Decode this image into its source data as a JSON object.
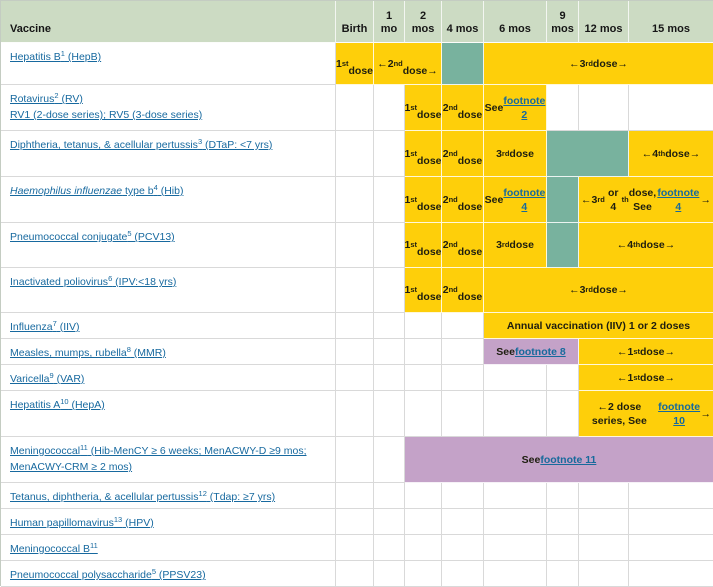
{
  "table": {
    "colors": {
      "yellow": "#fecf0a",
      "green": "#78b29e",
      "purple": "#c4a2c8",
      "header_green": "#ccdbc3",
      "link_blue": "#17699f",
      "grid_line": "#d9d9d9"
    },
    "header": {
      "vaccine_label": "Vaccine",
      "age_columns": [
        {
          "id": "birth",
          "label": "Birth"
        },
        {
          "id": "1mo",
          "label": "1\nmo"
        },
        {
          "id": "2mos",
          "label": "2\nmos"
        },
        {
          "id": "4mos",
          "label": "4 mos"
        },
        {
          "id": "6mos",
          "label": "6 mos"
        },
        {
          "id": "9mos",
          "label": "9\nmos"
        },
        {
          "id": "12mos",
          "label": "12 mos"
        },
        {
          "id": "15mos",
          "label": "15 mos"
        }
      ]
    },
    "rows": [
      {
        "id": "hepb",
        "name": "Hepatitis B^{1} (HepB)",
        "cells": [
          {
            "start": 0,
            "span": 1,
            "type": "yellow",
            "label": "1^{st}\ndose"
          },
          {
            "start": 1,
            "span": 2,
            "type": "yellow",
            "label": "←2^{nd}\ndose→"
          },
          {
            "start": 3,
            "span": 1,
            "type": "green",
            "label": ""
          },
          {
            "start": 4,
            "span": 4,
            "type": "yellow",
            "label": "←3^{rd} dose→"
          }
        ]
      },
      {
        "id": "rv",
        "name": "Rotavirus^{2} (RV)\nRV1 (2-dose series); RV5 (3-dose series)",
        "cells": [
          {
            "start": 2,
            "span": 1,
            "type": "yellow",
            "label": "1^{st}\ndose"
          },
          {
            "start": 3,
            "span": 1,
            "type": "yellow",
            "label": "2^{nd}\ndose"
          },
          {
            "start": 4,
            "span": 1,
            "type": "yellow",
            "label": "See\n[footnote 2]"
          }
        ]
      },
      {
        "id": "dtap",
        "name": "Diphtheria, tetanus, & acellular pertussis^{3} (DTaP: <7 yrs)",
        "cells": [
          {
            "start": 2,
            "span": 1,
            "type": "yellow",
            "label": "1^{st}\ndose"
          },
          {
            "start": 3,
            "span": 1,
            "type": "yellow",
            "label": "2^{nd}\ndose"
          },
          {
            "start": 4,
            "span": 1,
            "type": "yellow",
            "label": "3^{rd} dose"
          },
          {
            "start": 5,
            "span": 2,
            "type": "green",
            "label": ""
          },
          {
            "start": 7,
            "span": 1,
            "type": "yellow",
            "label": "←4^{th} dose→"
          }
        ]
      },
      {
        "id": "hib",
        "name": "~Haemophilus influenzae~ type b^{4} (Hib)",
        "cells": [
          {
            "start": 2,
            "span": 1,
            "type": "yellow",
            "label": "1^{st}\ndose"
          },
          {
            "start": 3,
            "span": 1,
            "type": "yellow",
            "label": "2^{nd}\ndose"
          },
          {
            "start": 4,
            "span": 1,
            "type": "yellow",
            "label": "See\n[footnote 4]"
          },
          {
            "start": 5,
            "span": 1,
            "type": "green",
            "label": ""
          },
          {
            "start": 6,
            "span": 2,
            "type": "yellow",
            "label": "←3^{rd} or 4^{th} dose,\nSee [footnote 4]→"
          }
        ]
      },
      {
        "id": "pcv13",
        "name": "Pneumococcal conjugate^{5} (PCV13)",
        "cells": [
          {
            "start": 2,
            "span": 1,
            "type": "yellow",
            "label": "1^{st}\ndose"
          },
          {
            "start": 3,
            "span": 1,
            "type": "yellow",
            "label": "2^{nd}\ndose"
          },
          {
            "start": 4,
            "span": 1,
            "type": "yellow",
            "label": "3^{rd} dose"
          },
          {
            "start": 5,
            "span": 1,
            "type": "green",
            "label": ""
          },
          {
            "start": 6,
            "span": 2,
            "type": "yellow",
            "label": "←4^{th} dose→"
          }
        ]
      },
      {
        "id": "ipv",
        "name": "Inactivated poliovirus^{6} (IPV:<18 yrs)",
        "cells": [
          {
            "start": 2,
            "span": 1,
            "type": "yellow",
            "label": "1^{st}\ndose"
          },
          {
            "start": 3,
            "span": 1,
            "type": "yellow",
            "label": "2^{nd}\ndose"
          },
          {
            "start": 4,
            "span": 4,
            "type": "yellow",
            "label": "←3^{rd} dose→"
          }
        ]
      },
      {
        "id": "iiv",
        "name": "Influenza^{7} (IIV)",
        "cells": [
          {
            "start": 4,
            "span": 4,
            "type": "yellow",
            "label": "Annual vaccination (IIV) 1 or 2 doses"
          }
        ]
      },
      {
        "id": "mmr",
        "name": "Measles, mumps, rubella^{8} (MMR)",
        "cells": [
          {
            "start": 4,
            "span": 2,
            "type": "purple",
            "label": "See [footnote 8]"
          },
          {
            "start": 6,
            "span": 2,
            "type": "yellow",
            "label": "←1^{st} dose→"
          }
        ]
      },
      {
        "id": "var",
        "name": "Varicella^{9} (VAR)",
        "cells": [
          {
            "start": 6,
            "span": 2,
            "type": "yellow",
            "label": "←1^{st} dose→"
          }
        ]
      },
      {
        "id": "hepa",
        "name": "Hepatitis A^{10} (HepA)",
        "cells": [
          {
            "start": 6,
            "span": 2,
            "type": "yellow",
            "label": "←2 dose series, See\n[footnote 10]→"
          }
        ]
      },
      {
        "id": "menacwy",
        "name": "Meningococcal^{11} (Hib-MenCY ≥ 6 weeks; MenACWY-D ≥9 mos;\nMenACWY-CRM ≥ 2 mos)",
        "cells": [
          {
            "start": 2,
            "span": 6,
            "type": "purple",
            "label": "See [footnote 11]"
          }
        ]
      },
      {
        "id": "tdap",
        "name": "Tetanus, diphtheria, & acellular pertussis^{12} (Tdap: ≥7 yrs)",
        "cells": []
      },
      {
        "id": "hpv",
        "name": "Human papillomavirus^{13} (HPV)",
        "cells": []
      },
      {
        "id": "menb",
        "name": "Meningococcal B^{11}",
        "cells": []
      },
      {
        "id": "ppsv23",
        "name": "Pneumococcal polysaccharide^{5} (PPSV23)",
        "cells": []
      }
    ]
  }
}
